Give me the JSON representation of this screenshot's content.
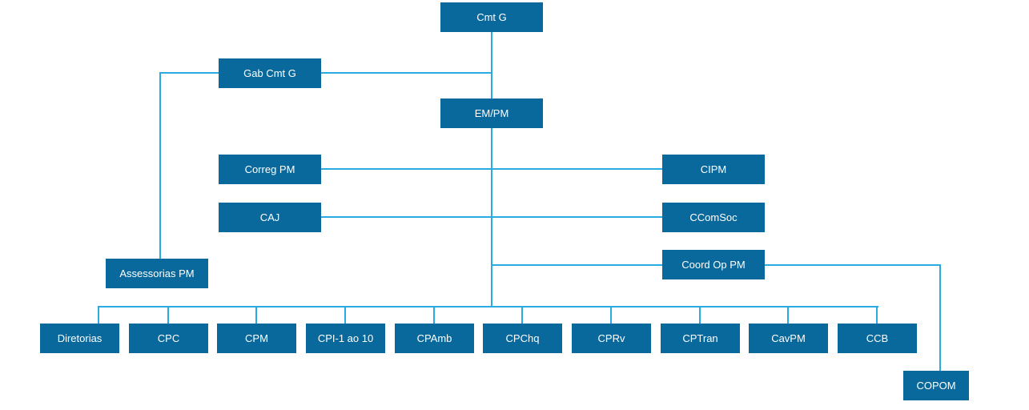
{
  "colors": {
    "node_fill": "#0a699c",
    "node_text": "#ffffff",
    "connector_line": "#29abe2",
    "page_background": "#ffffff"
  },
  "nodes": {
    "cmt_g": {
      "label": "Cmt G"
    },
    "gab_cmt_g": {
      "label": "Gab Cmt G"
    },
    "em_pm": {
      "label": "EM/PM"
    },
    "correg_pm": {
      "label": "Correg PM"
    },
    "cipm": {
      "label": "CIPM"
    },
    "caj": {
      "label": "CAJ"
    },
    "ccomsoc": {
      "label": "CComSoc"
    },
    "assessorias_pm": {
      "label": "Assessorias PM"
    },
    "coord_op_pm": {
      "label": "Coord Op PM"
    },
    "diretorias": {
      "label": "Diretorias"
    },
    "cpc": {
      "label": "CPC"
    },
    "cpm": {
      "label": "CPM"
    },
    "cpi_1_ao_10": {
      "label": "CPI-1 ao 10"
    },
    "cpamb": {
      "label": "CPAmb"
    },
    "cpchq": {
      "label": "CPChq"
    },
    "cprv": {
      "label": "CPRv"
    },
    "cptran": {
      "label": "CPTran"
    },
    "cavpm": {
      "label": "CavPM"
    },
    "ccb": {
      "label": "CCB"
    },
    "copom": {
      "label": "COPOM"
    }
  },
  "edges": [
    {
      "from": "cmt_g",
      "to": "em_pm"
    },
    {
      "from": "cmt_g",
      "to": "gab_cmt_g"
    },
    {
      "from": "gab_cmt_g",
      "to": "assessorias_pm"
    },
    {
      "from": "em_pm",
      "to": "correg_pm"
    },
    {
      "from": "em_pm",
      "to": "cipm"
    },
    {
      "from": "em_pm",
      "to": "caj"
    },
    {
      "from": "em_pm",
      "to": "ccomsoc"
    },
    {
      "from": "em_pm",
      "to": "coord_op_pm"
    },
    {
      "from": "coord_op_pm",
      "to": "copom"
    },
    {
      "from": "em_pm",
      "to": "diretorias"
    },
    {
      "from": "em_pm",
      "to": "cpc"
    },
    {
      "from": "em_pm",
      "to": "cpm"
    },
    {
      "from": "em_pm",
      "to": "cpi_1_ao_10"
    },
    {
      "from": "em_pm",
      "to": "cpamb"
    },
    {
      "from": "em_pm",
      "to": "cpchq"
    },
    {
      "from": "em_pm",
      "to": "cprv"
    },
    {
      "from": "em_pm",
      "to": "cptran"
    },
    {
      "from": "em_pm",
      "to": "cavpm"
    },
    {
      "from": "em_pm",
      "to": "ccb"
    }
  ]
}
